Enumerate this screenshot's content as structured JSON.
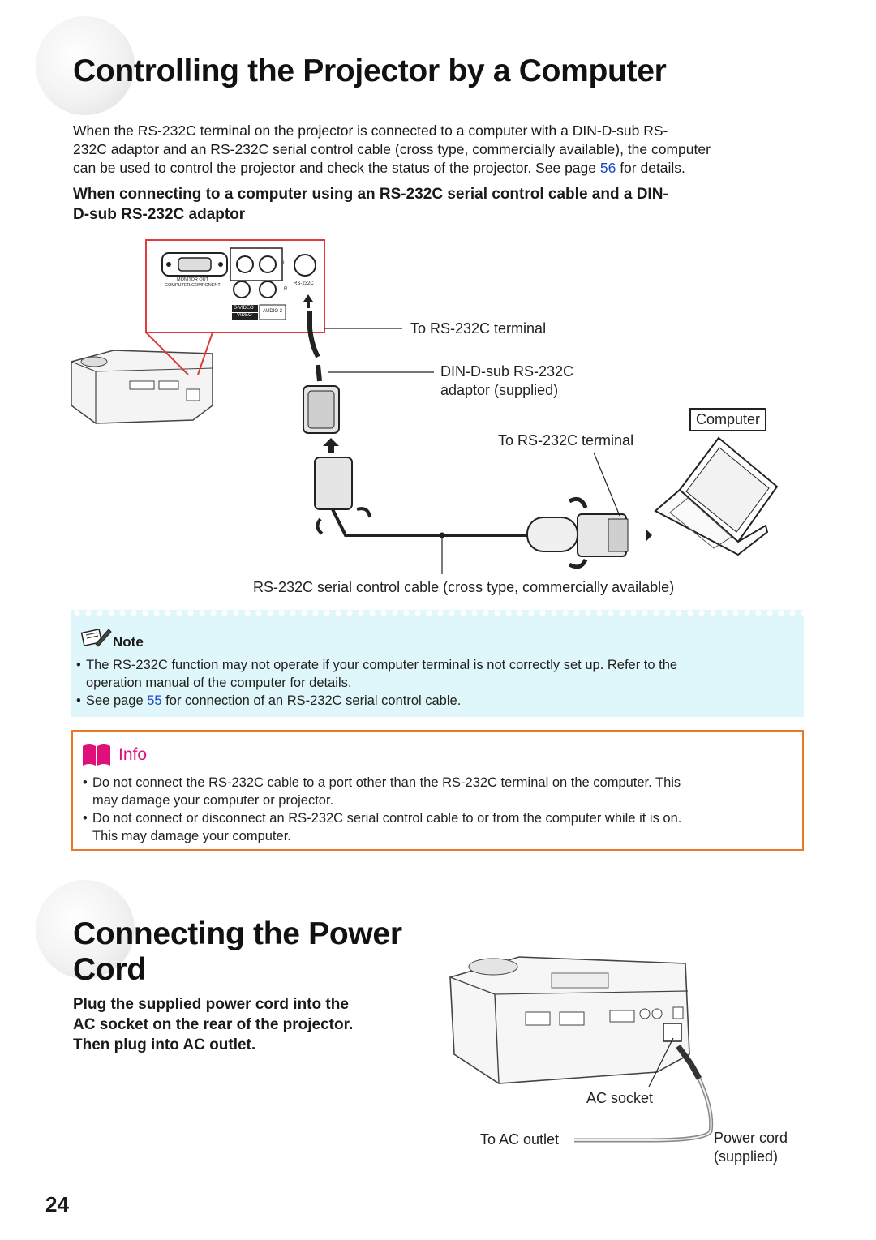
{
  "section1": {
    "title": "Controlling the Projector by a Computer",
    "intro_a": "When the RS-232C terminal on the projector is connected to a computer with a DIN-D-sub RS-",
    "intro_b": "232C adaptor and an RS-232C serial control cable (cross type, commercially available), the computer",
    "intro_c_pre": "can be used to control the projector and check the status of the projector. See page ",
    "intro_c_link": "56",
    "intro_c_post": " for details.",
    "subheading_a": "When connecting to a computer using an RS-232C serial control cable and a DIN-",
    "subheading_b": "D-sub RS-232C adaptor"
  },
  "diagram1": {
    "panel_monitor_out": "MONITOR OUT",
    "panel_computer_component": "COMPUTER/COMPONENT",
    "panel_svideo": "S-VIDEO",
    "panel_video": "VIDEO",
    "panel_audio2": "AUDIO 2",
    "panel_rs232c": "RS-232C",
    "panel_l": "L",
    "panel_r": "R",
    "label_to_terminal_1": "To RS-232C terminal",
    "label_adaptor_a": "DIN-D-sub RS-232C",
    "label_adaptor_b": "adaptor (supplied)",
    "label_computer": "Computer",
    "label_to_terminal_2": "To RS-232C terminal",
    "label_cable": "RS-232C serial control cable (cross type, commercially available)"
  },
  "note": {
    "heading": "Note",
    "item1_a": "The RS-232C function may not operate if your computer terminal is not correctly set up. Refer to the",
    "item1_b": "operation manual of the computer for details.",
    "item2_pre": "See page ",
    "item2_link": "55",
    "item2_post": " for connection of an RS-232C serial control cable."
  },
  "info": {
    "heading": "Info",
    "item1_a": "Do not connect the RS-232C cable to a port other than the RS-232C terminal on the computer. This",
    "item1_b": "may damage your computer or projector.",
    "item2_a": "Do not connect or disconnect an RS-232C serial control cable to or from the computer while it is on.",
    "item2_b": "This may damage your computer."
  },
  "section2": {
    "title_a": "Connecting the Power",
    "title_b": "Cord",
    "instr_a": "Plug the supplied power cord into the",
    "instr_b": "AC socket on the rear of the projector.",
    "instr_c": "Then plug into AC outlet."
  },
  "diagram2": {
    "label_ac_socket": "AC socket",
    "label_to_ac_outlet": "To AC outlet",
    "label_power_cord_a": "Power cord",
    "label_power_cord_b": "(supplied)"
  },
  "page_number": "24",
  "colors": {
    "link_blue": "#1a47c7",
    "note_bg": "#dff7fb",
    "info_border": "#e9782a",
    "info_pink": "#e0107a",
    "highlight_red": "#e23a3a"
  },
  "icons": [
    "pencil-note-icon",
    "book-info-icon"
  ]
}
